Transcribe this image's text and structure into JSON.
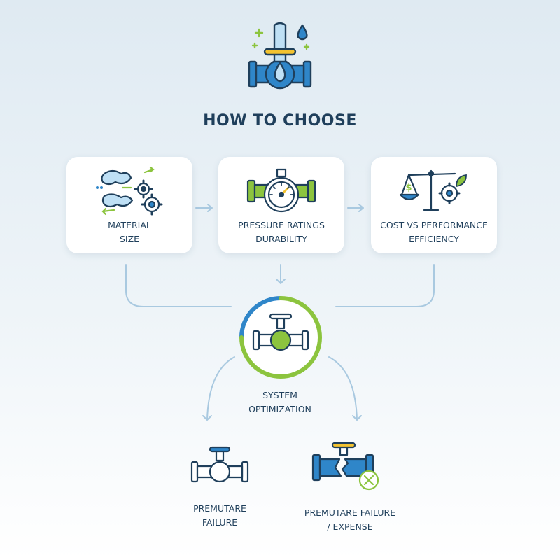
{
  "title": "HOW TO CHOOSE",
  "cards": [
    {
      "line1": "MATERIAL",
      "line2": "SIZE",
      "icon": "material-gears-icon"
    },
    {
      "line1": "PRESSURE RATINGS",
      "line2": "DURABILITY",
      "icon": "pressure-gauge-pipe-icon"
    },
    {
      "line1": "COST vs PERFORMANCE",
      "line2": "EFFICIENCY",
      "icon": "balance-scale-icon"
    }
  ],
  "center": {
    "line1": "SYSTEM",
    "line2": "OPTIMIZATION",
    "icon": "valve-icon"
  },
  "outcomes": [
    {
      "line1": "PREMUTARE",
      "line2": "FAILURE",
      "icon": "valve-icon"
    },
    {
      "line1": "PREMUTARE FAILURE",
      "line2": "/ EXPENSE",
      "icon": "broken-pipe-icon"
    }
  ],
  "colors": {
    "navy": "#1f3f5b",
    "blue": "#2f86c9",
    "green": "#8cc43e",
    "yellow": "#f2c230",
    "connector": "#a9c9e0"
  }
}
